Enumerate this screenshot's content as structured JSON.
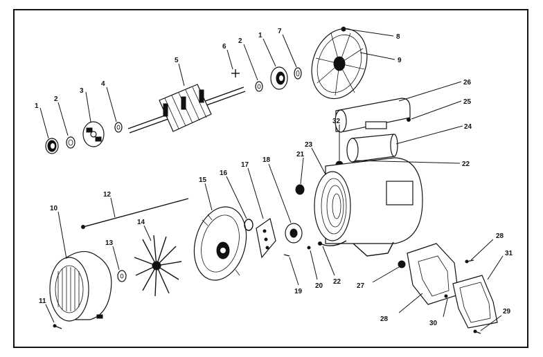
{
  "diagram": {
    "labels": [
      {
        "id": "l1a",
        "text": "1"
      },
      {
        "id": "l2a",
        "text": "2"
      },
      {
        "id": "l3",
        "text": "3"
      },
      {
        "id": "l4",
        "text": "4"
      },
      {
        "id": "l5",
        "text": "5"
      },
      {
        "id": "l6",
        "text": "6"
      },
      {
        "id": "l2b",
        "text": "2"
      },
      {
        "id": "l1b",
        "text": "1"
      },
      {
        "id": "l7",
        "text": "7"
      },
      {
        "id": "l8",
        "text": "8"
      },
      {
        "id": "l9",
        "text": "9"
      },
      {
        "id": "l26",
        "text": "26"
      },
      {
        "id": "l25",
        "text": "25"
      },
      {
        "id": "l32",
        "text": "32"
      },
      {
        "id": "l24",
        "text": "24"
      },
      {
        "id": "l21",
        "text": "21"
      },
      {
        "id": "l23",
        "text": "23"
      },
      {
        "id": "l22a",
        "text": "22"
      },
      {
        "id": "l12",
        "text": "12"
      },
      {
        "id": "l15",
        "text": "15"
      },
      {
        "id": "l16",
        "text": "16"
      },
      {
        "id": "l17",
        "text": "17"
      },
      {
        "id": "l18",
        "text": "18"
      },
      {
        "id": "l10",
        "text": "10"
      },
      {
        "id": "l14",
        "text": "14"
      },
      {
        "id": "l13",
        "text": "13"
      },
      {
        "id": "l11",
        "text": "11"
      },
      {
        "id": "l19",
        "text": "19"
      },
      {
        "id": "l20",
        "text": "20"
      },
      {
        "id": "l22b",
        "text": "22"
      },
      {
        "id": "l27",
        "text": "27"
      },
      {
        "id": "l28a",
        "text": "28"
      },
      {
        "id": "l28b",
        "text": "28"
      },
      {
        "id": "l31",
        "text": "31"
      },
      {
        "id": "l30",
        "text": "30"
      },
      {
        "id": "l29",
        "text": "29"
      }
    ]
  }
}
